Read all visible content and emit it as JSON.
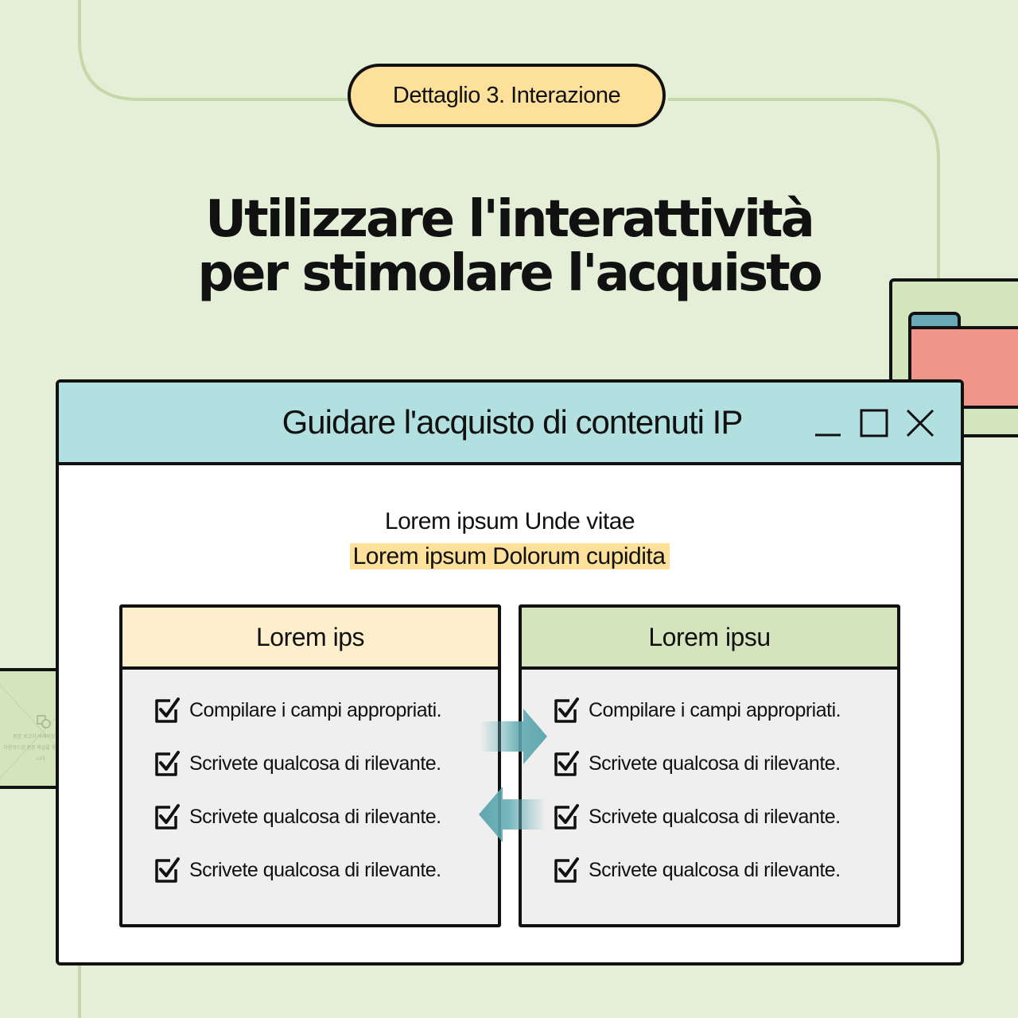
{
  "badge": {
    "text": "Dettaglio 3. Interazione"
  },
  "headline": {
    "line1": "Utilizzare l'interattività",
    "line2": "per stimolare l'acquisto"
  },
  "window": {
    "title": "Guidare l'acquisto di contenuti IP",
    "intro_line1": "Lorem ipsum Unde vitae",
    "intro_line2": "Lorem ipsum Dolorum cupidita"
  },
  "panels": [
    {
      "header": "Lorem ips",
      "items": [
        "Compilare i campi appropriati.",
        "Scrivete qualcosa di rilevante.",
        "Scrivete qualcosa di rilevante.",
        "Scrivete qualcosa di rilevante."
      ]
    },
    {
      "header": "Lorem ipsu",
      "items": [
        "Compilare i campi appropriati.",
        "Scrivete qualcosa di rilevante.",
        "Scrivete qualcosa di rilevante.",
        "Scrivete qualcosa di rilevante."
      ]
    }
  ],
  "side_card": {
    "icon": "image-placeholder-icon",
    "line1": "원본 로고가 삭제되었습니다.",
    "line2": "다운로드된 원본 파일을 통해 문의바랍니다."
  },
  "colors": {
    "background": "#e5efd7",
    "badge": "#fde19a",
    "titlebar": "#b2dfdf",
    "panel_left_header": "#fdefcb",
    "panel_right_header": "#d4e5bd",
    "arrow": "#5fa8b0",
    "folder": "#f0958a"
  }
}
